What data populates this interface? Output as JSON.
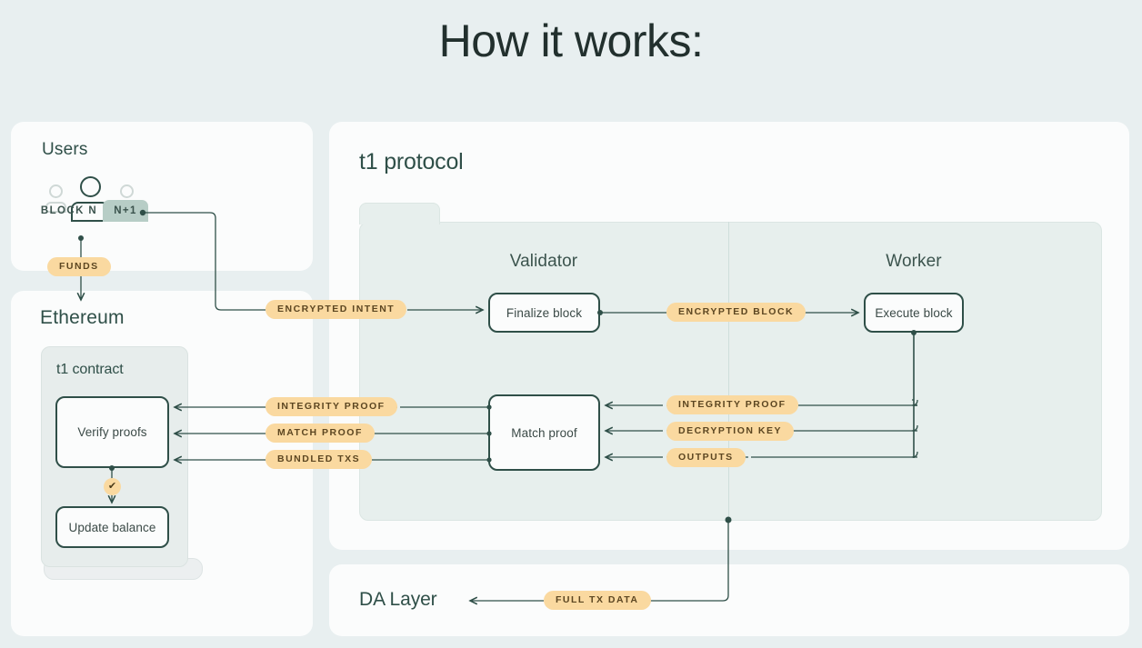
{
  "title": "How it works:",
  "panels": {
    "users": {
      "label": "Users"
    },
    "ethereum": {
      "label": "Ethereum",
      "contract_label": "t1 contract",
      "boxes": {
        "verify": "Verify proofs",
        "update": "Update balance"
      }
    },
    "protocol": {
      "label": "t1 protocol",
      "tabs": [
        {
          "label": "BLOCK N",
          "active": true
        },
        {
          "label": "N+1",
          "active": false
        }
      ],
      "columns": [
        {
          "label": "Validator"
        },
        {
          "label": "Worker"
        }
      ],
      "boxes": {
        "finalize": "Finalize block",
        "execute": "Execute block",
        "match": "Match proof"
      }
    },
    "da_layer": {
      "label": "DA Layer"
    }
  },
  "pills": {
    "funds": "FUNDS",
    "encrypted_intent": "ENCRYPTED INTENT",
    "encrypted_block": "ENCRYPTED BLOCK",
    "integrity_proof_left": "INTEGRITY PROOF",
    "match_proof": "MATCH PROOF",
    "bundled_txs": "BUNDLED TXS",
    "integrity_proof_right": "INTEGRITY PROOF",
    "decryption_key": "DECRYPTION KEY",
    "outputs": "OUTPUTS",
    "full_tx_data": "FULL TX DATA"
  },
  "icons": {
    "check": "✔"
  },
  "colors": {
    "page_background": "#e8eff0",
    "card_background": "#fbfcfc",
    "panel_background": "#e7efed",
    "accent_pill": "#fad9a0",
    "pill_text": "#5c4621",
    "stroke_dark": "#2f4f48",
    "heading": "#22302e",
    "tab_next": "#b7cdc6"
  }
}
